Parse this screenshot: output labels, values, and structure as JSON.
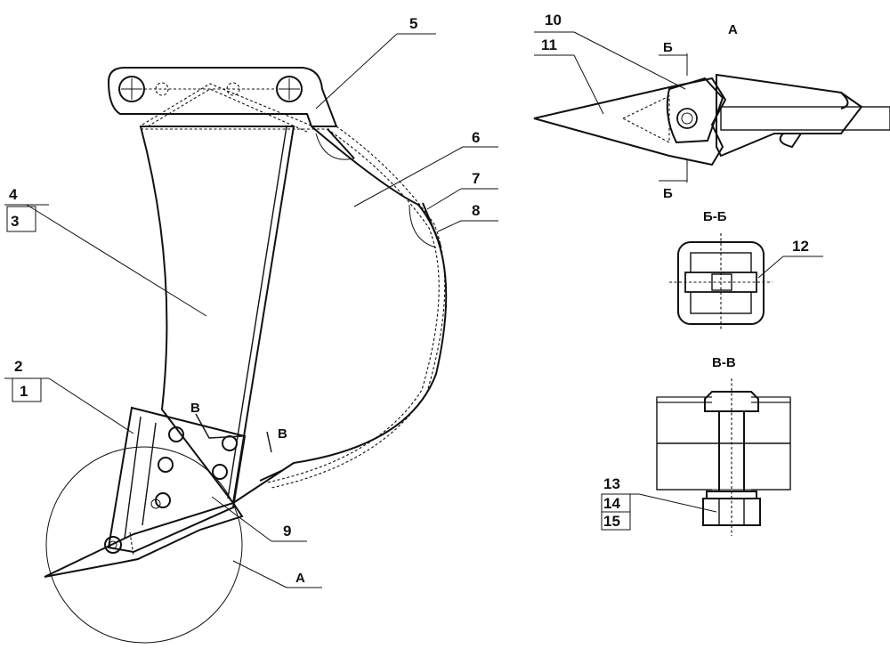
{
  "labels": {
    "l1": "1",
    "l2": "2",
    "l3": "3",
    "l4": "4",
    "l5": "5",
    "l6": "6",
    "l7": "7",
    "l8": "8",
    "l9": "9",
    "l10": "10",
    "l11": "11",
    "l12": "12",
    "l13": "13",
    "l14": "14",
    "l15": "15"
  },
  "sections": {
    "view_a": "А",
    "view_a_callout": "А",
    "cut_b_top": "Б",
    "cut_b_bottom": "Б",
    "section_bb": "Б-Б",
    "cut_v_left": "В",
    "cut_v_right": "В",
    "section_vv": "В-В"
  }
}
